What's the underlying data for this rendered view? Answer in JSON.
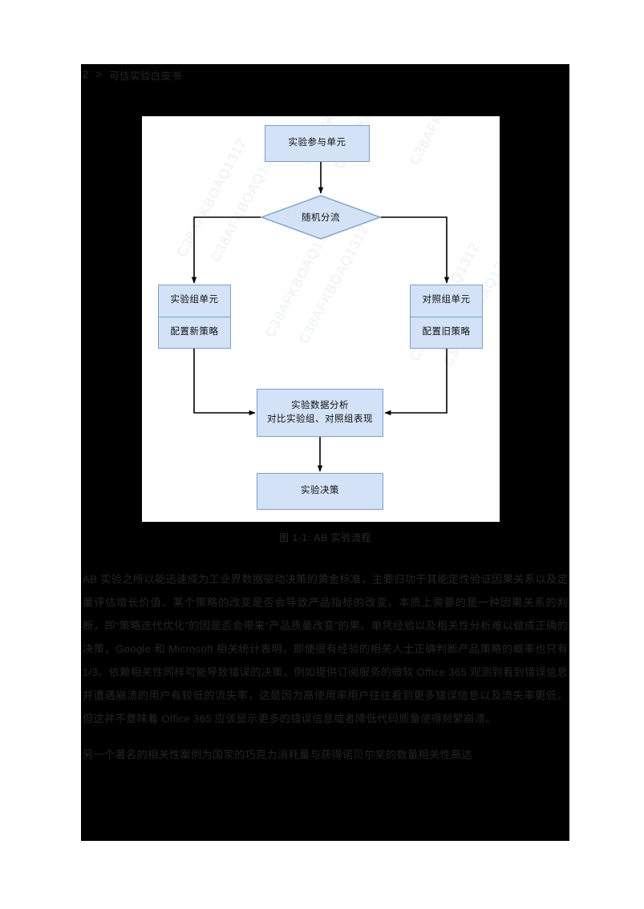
{
  "page": {
    "background_color": "#000000",
    "canvas_color": "#ffffff",
    "text_color": "#242424"
  },
  "breadcrumb": {
    "page_number": "2",
    "separator": ">",
    "title": "可信实验白皮书"
  },
  "figure": {
    "caption": "图 1-1: AB 实验流程",
    "node_fill": "#d3e2f6",
    "node_border": "#7d9fc4",
    "watermark_text": "C38AFKBOAQ1312",
    "nodes": {
      "participant": "实验参与单元",
      "split": "随机分流",
      "treatment_title": "实验组单元",
      "treatment_detail": "配置新策略",
      "control_title": "对照组单元",
      "control_detail": "配置旧策略",
      "analysis_line1": "实验数据分析",
      "analysis_line2": "对比实验组、对照组表现",
      "decision": "实验决策"
    }
  },
  "body": {
    "paragraphs": [
      "AB 实验之所以能迅速成为工业界数据驱动决策的黄金标准，主要归功于其能定性验证因果关系以及定量评估增长价值。某个策略的改变是否会导致产品指标的改变，本质上需要的是一种因果关系的判断，即“策略迭代优化”的因是否会带来“产品质量改变”的果。单凭经验以及相关性分析难以做成正确的决策，Google 和 Microsoft 相关统计表明，即使很有经验的相关人士正确判断产品策略的概率也只有 1/3。依赖相关性同样可能导致错误的决策，例如提供订阅服务的微软 Office 365 观测到看到错误信息并遭遇崩溃的用户有较低的流失率，这是因为高使用率用户往往看到更多错误信息以及流失率更低。但这并不意味着 Office 365 应该显示更多的错误信息或者降低代码质量使得频繁崩溃。",
      "另一个著名的相关性案例为国家的巧克力消耗量与获得诺贝尔奖的数量相关性高达"
    ]
  }
}
